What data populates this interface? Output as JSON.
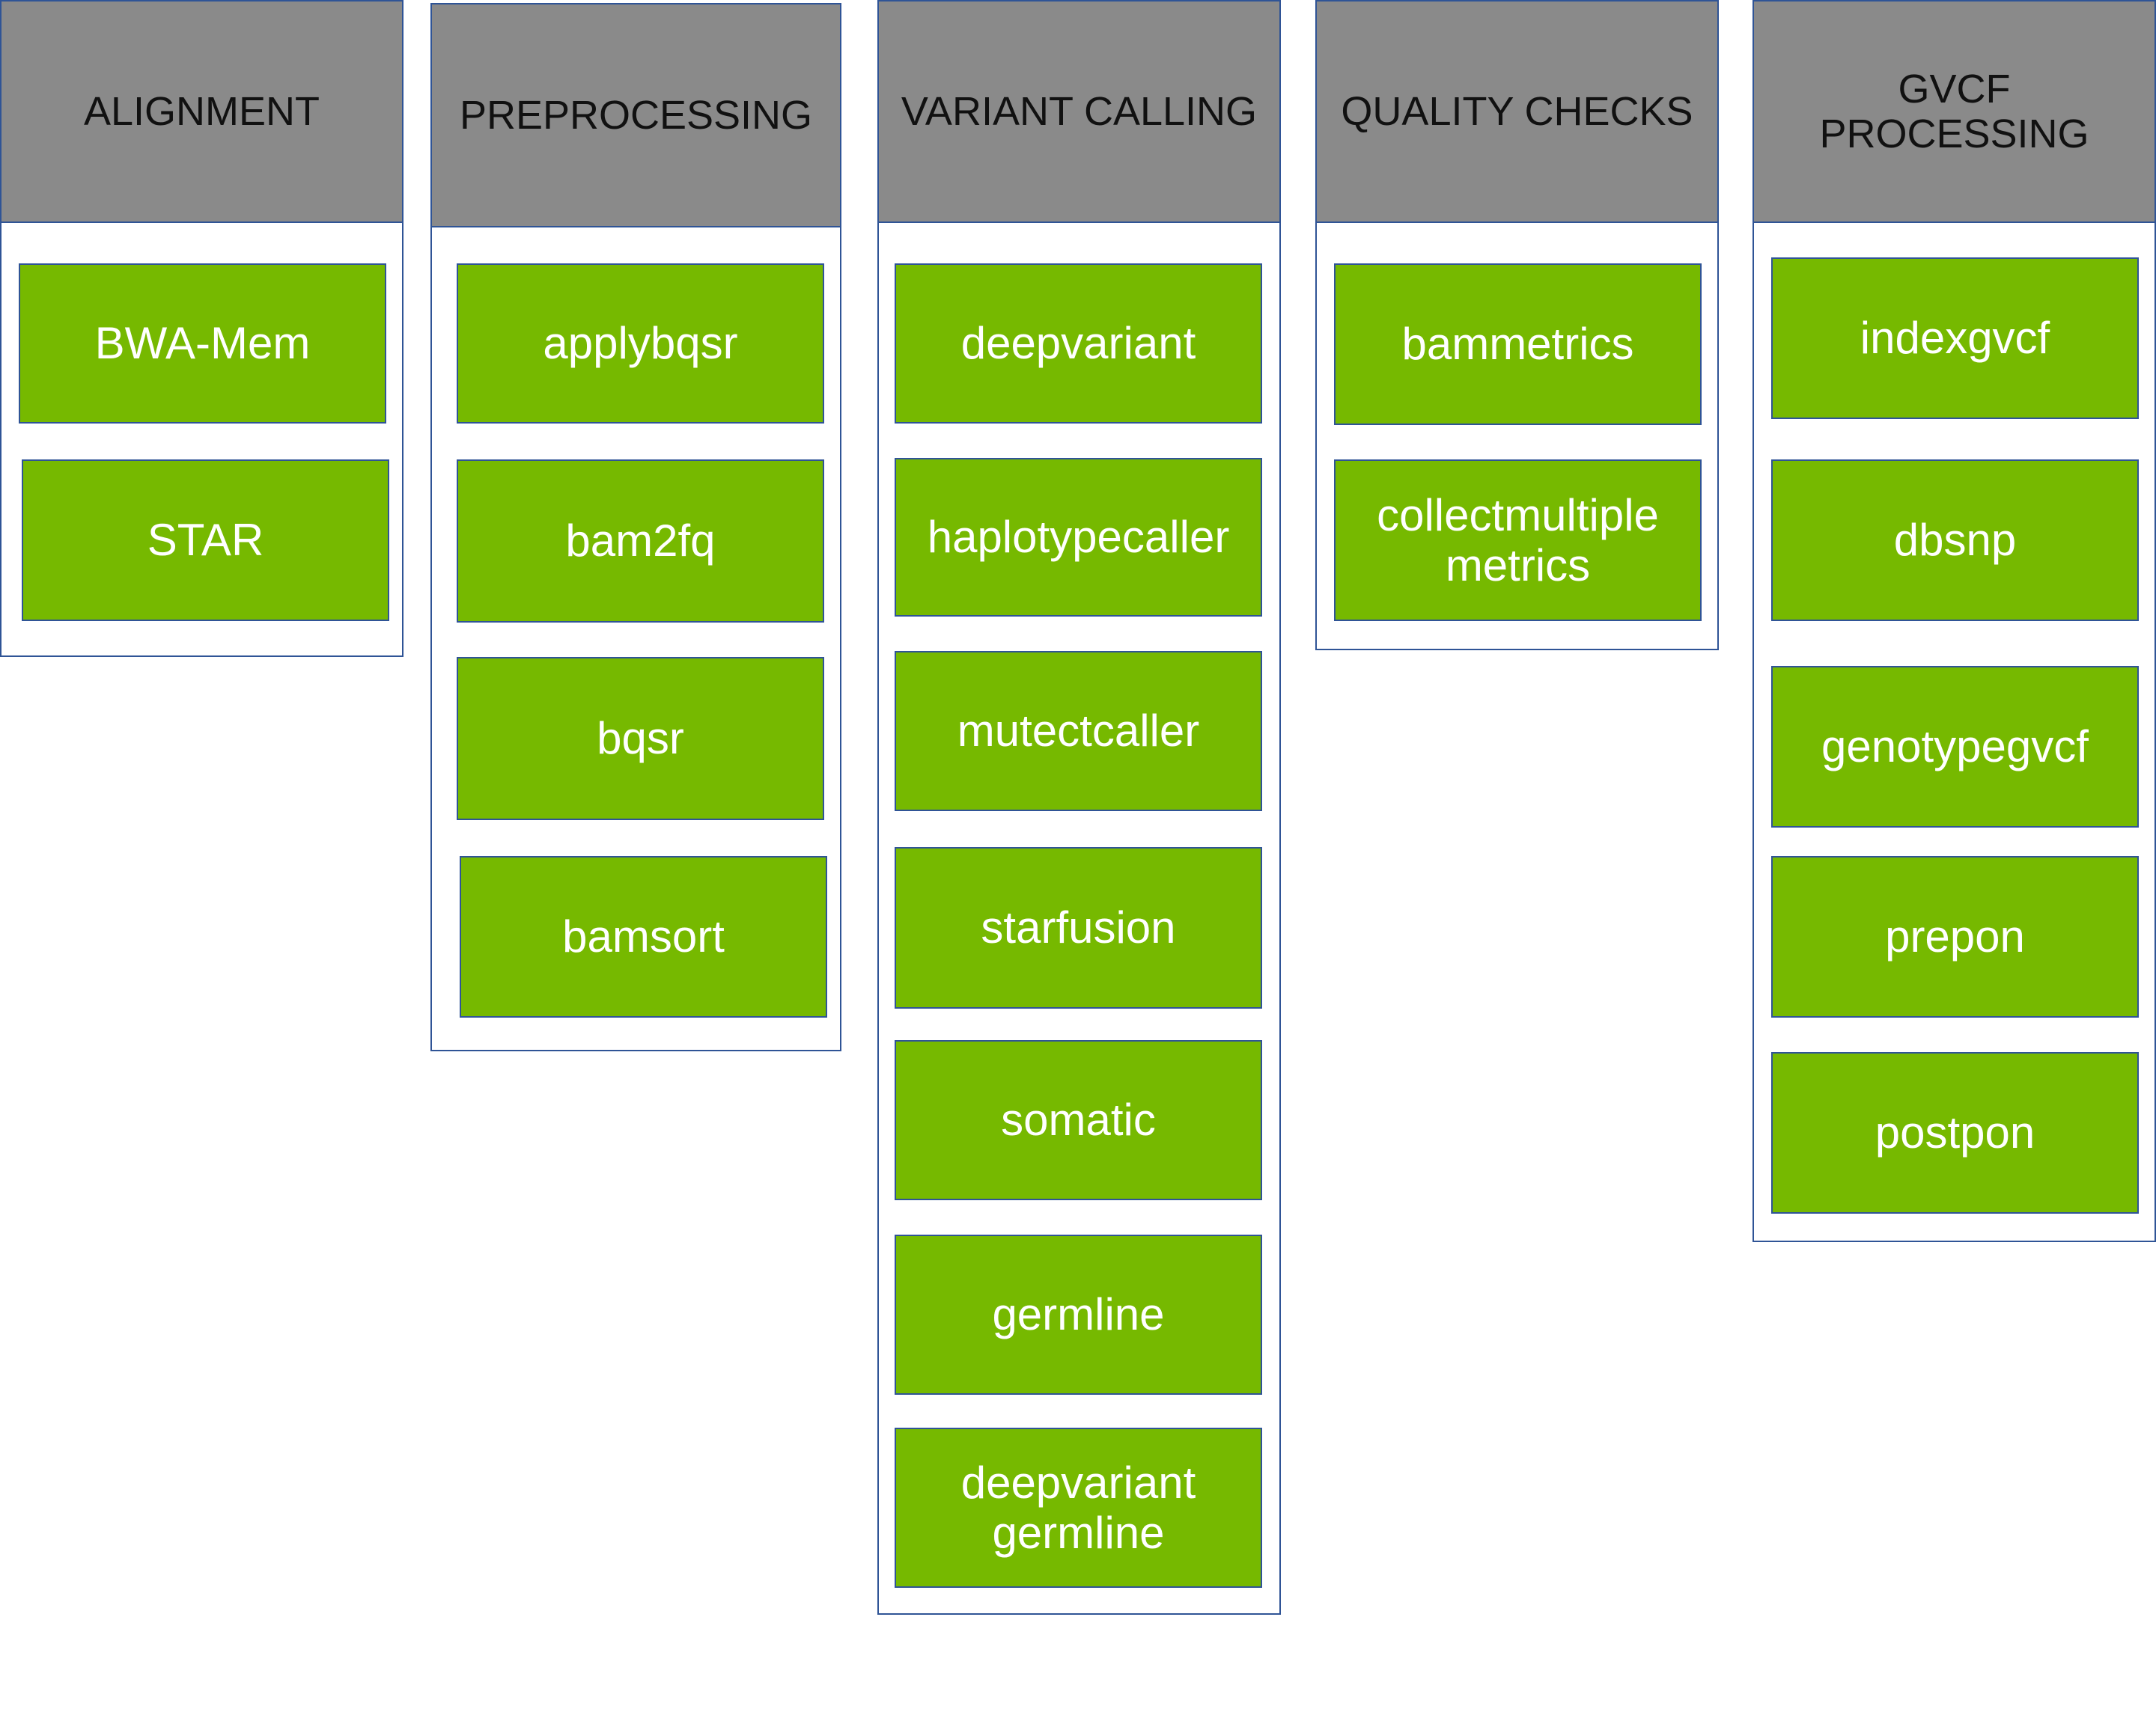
{
  "colors": {
    "header_bg": "#8a8a8a",
    "tool_bg": "#76b900",
    "border": "#2f5496",
    "header_text": "#111111",
    "tool_text": "#ffffff"
  },
  "columns": [
    {
      "title": "ALIGNMENT",
      "tools": [
        "BWA-Mem",
        "STAR"
      ]
    },
    {
      "title": "PREPROCESSING",
      "tools": [
        "applybqsr",
        "bam2fq",
        "bqsr",
        "bamsort"
      ]
    },
    {
      "title": "VARIANT CALLING",
      "tools": [
        "deepvariant",
        "haplotypecaller",
        "mutectcaller",
        "starfusion",
        "somatic",
        "germline",
        "deepvariant germline"
      ]
    },
    {
      "title": "QUALITY CHECKS",
      "tools": [
        "bammetrics",
        "collectmultiple metrics"
      ]
    },
    {
      "title": "GVCF PROCESSING",
      "tools": [
        "indexgvcf",
        "dbsnp",
        "genotypegvcf",
        "prepon",
        "postpon"
      ]
    }
  ]
}
